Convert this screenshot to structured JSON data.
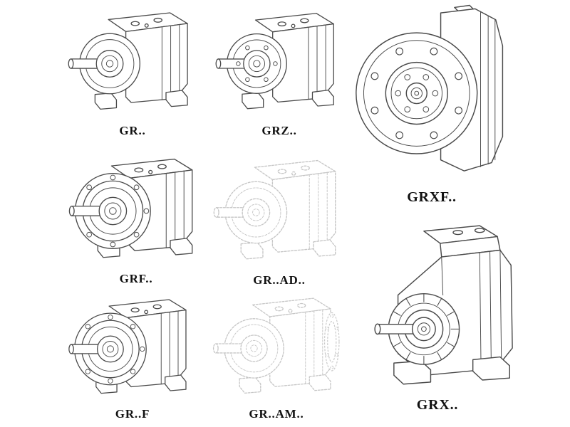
{
  "figures": {
    "gr": {
      "label": "GR.."
    },
    "grz": {
      "label": "GRZ.."
    },
    "grxf": {
      "label": "GRXF.."
    },
    "grf": {
      "label": "GRF.."
    },
    "gr_ad": {
      "label": "GR..AD.."
    },
    "gr_f": {
      "label": "GR..F"
    },
    "gr_am": {
      "label": "GR..AM.."
    },
    "grx": {
      "label": "GRX.."
    }
  },
  "colors": {
    "line_dark": "#4a4a4a",
    "line_light": "#c6c6c6",
    "label": "#111111",
    "background": "#ffffff"
  }
}
